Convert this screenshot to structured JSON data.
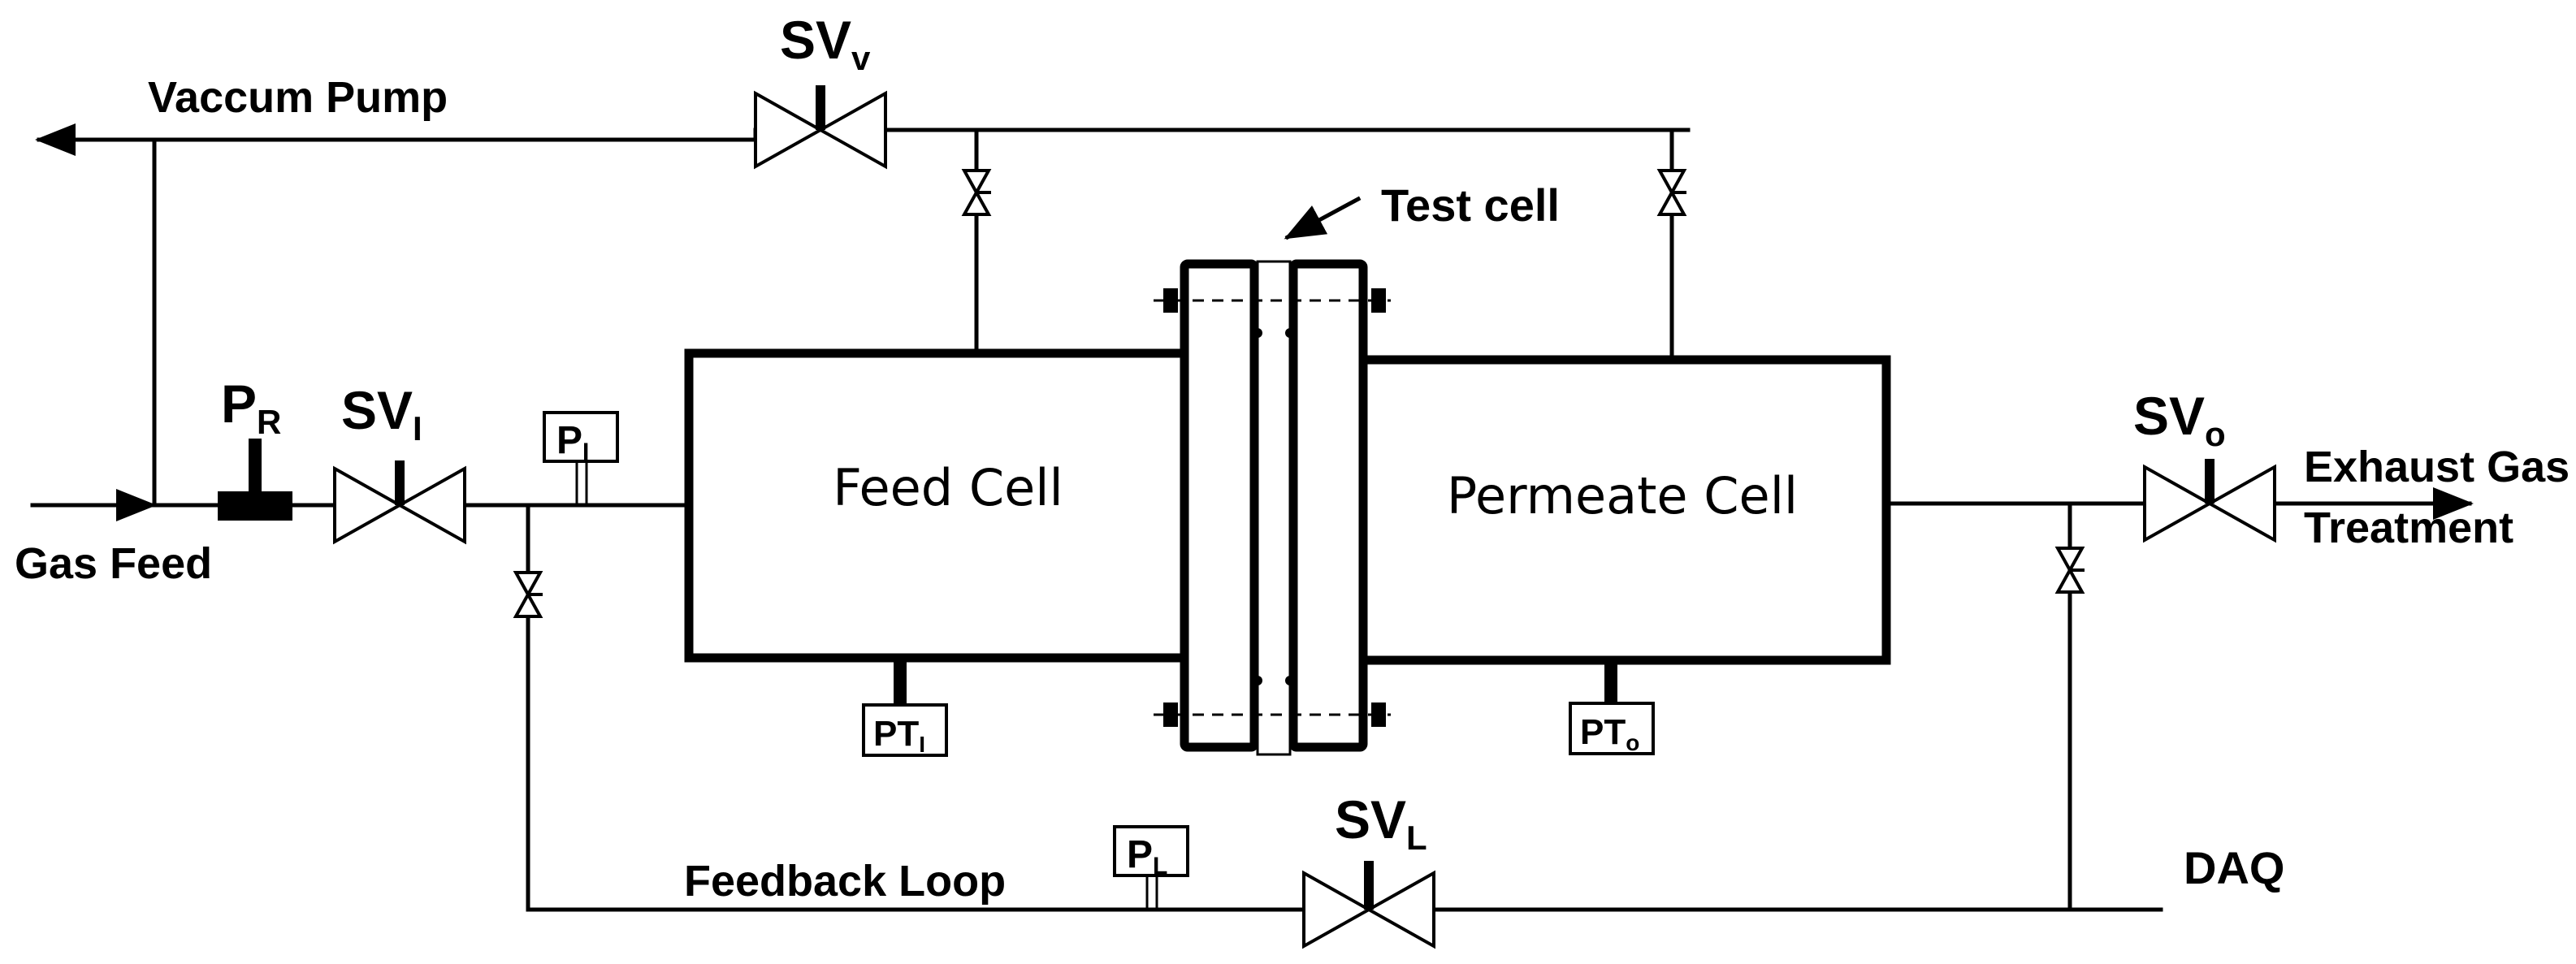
{
  "diagram": {
    "labels": {
      "vacuum_pump": "Vaccum Pump",
      "gas_feed": "Gas Feed",
      "test_cell": "Test cell",
      "feed_cell": "Feed Cell",
      "permeate_cell": "Permeate Cell",
      "exhaust_line1": "Exhaust Gas",
      "exhaust_line2": "Treatment",
      "feedback_loop": "Feedback Loop",
      "daq": "DAQ"
    },
    "valves": {
      "sv_v": {
        "main": "SV",
        "sub": "v"
      },
      "sv_i": {
        "main": "SV",
        "sub": "I"
      },
      "sv_o": {
        "main": "SV",
        "sub": "o"
      },
      "sv_l": {
        "main": "SV",
        "sub": "L"
      }
    },
    "regulator": {
      "main": "P",
      "sub": "R"
    },
    "gauges": {
      "p_i": {
        "main": "P",
        "sub": "I"
      },
      "p_l": {
        "main": "P",
        "sub": "L"
      },
      "pt_i": {
        "main": "PT",
        "sub": "I"
      },
      "pt_o": {
        "main": "PT",
        "sub": "o"
      }
    }
  }
}
